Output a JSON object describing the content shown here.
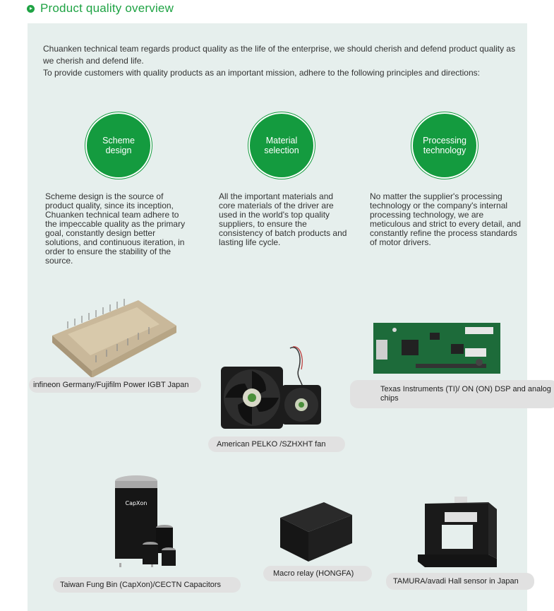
{
  "header": {
    "title": "Product quality overview"
  },
  "intro": {
    "line1": "Chuanken technical team regards product quality as the life of the enterprise, we should cherish and defend product quality as we cherish and defend life.",
    "line2": "To provide customers with quality products as an important mission, adhere to the following principles and directions:"
  },
  "principles": [
    {
      "title": "Scheme design",
      "text": "Scheme design is the source of product quality, since its inception, Chuanken technical team adhere to the impeccable quality as the primary goal, constantly design better solutions, and continuous iteration, in order to ensure the stability of the source."
    },
    {
      "title": "Material selection",
      "text": "All the important materials and core materials of the driver are used in the world's top quality suppliers, to ensure the consistency of batch products and lasting life cycle."
    },
    {
      "title": "Processing technology",
      "text": "No matter the supplier's processing technology or the company's internal processing technology, we are meticulous and strict to every detail, and constantly refine the process standards of motor drivers."
    }
  ],
  "products": [
    {
      "label": "infineon Germany/Fujifilm Power IGBT Japan"
    },
    {
      "label": "American PELKO /SZHXHT fan"
    },
    {
      "label": "Texas Instruments (TI)/ ON (ON) DSP and analog chips"
    },
    {
      "label": "Taiwan Fung Bin (CapXon)/CECTN Capacitors"
    },
    {
      "label": "Macro relay (HONGFA)"
    },
    {
      "label": "TAMURA/avadi Hall sensor in Japan"
    }
  ],
  "colors": {
    "accent": "#1fa344",
    "circle": "#149b3f",
    "panel": "#e6efed",
    "label": "#e1e1e1"
  }
}
